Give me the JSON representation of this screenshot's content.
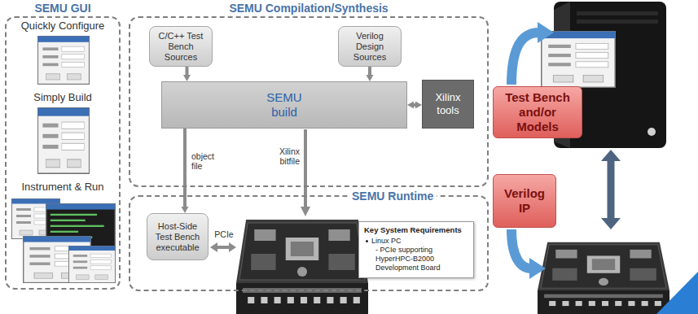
{
  "diagram": {
    "nodes": [
      {
        "text": [
          "SEMU GUI"
        ]
      },
      {
        "text": [
          "SEMU Compilation/Synthesis"
        ]
      },
      {
        "text": [
          "C/C++ Test Bench Sources"
        ],
        "in": 1
      },
      {
        "text": [
          "Verilog Design Sources"
        ],
        "in": 1
      },
      {
        "text": [
          "SEMU build"
        ],
        "in": 1
      },
      {
        "text": [
          "Xilinx tools"
        ],
        "in": 1
      },
      {
        "text": [
          "SEMU Runtime"
        ]
      },
      {
        "text": [
          "Host-Side Test Bench executable"
        ],
        "in": 6
      },
      {
        "text": [
          "Key System Requirements",
          "Linux PC",
          "- PCIe supporting HyperHPC-B2000 Development Board"
        ],
        "in": 6
      },
      {
        "text": [
          "Test Bench and/or Models"
        ]
      },
      {
        "text": [
          "Verilog IP"
        ]
      }
    ],
    "edges": [
      {
        "from": 2,
        "to": 4,
        "arrow": "to"
      },
      {
        "from": 3,
        "to": 4,
        "arrow": "to"
      },
      {
        "from": 4,
        "to": 5,
        "arrow": "both"
      },
      {
        "from": 4,
        "to": 7,
        "arrow": "to",
        "label": "object file"
      }
    ],
    "labels": [
      "Quickly Configure",
      "Simply Build",
      "Instrument & Run",
      "Xilinx bitfile",
      "PCIe"
    ]
  }
}
